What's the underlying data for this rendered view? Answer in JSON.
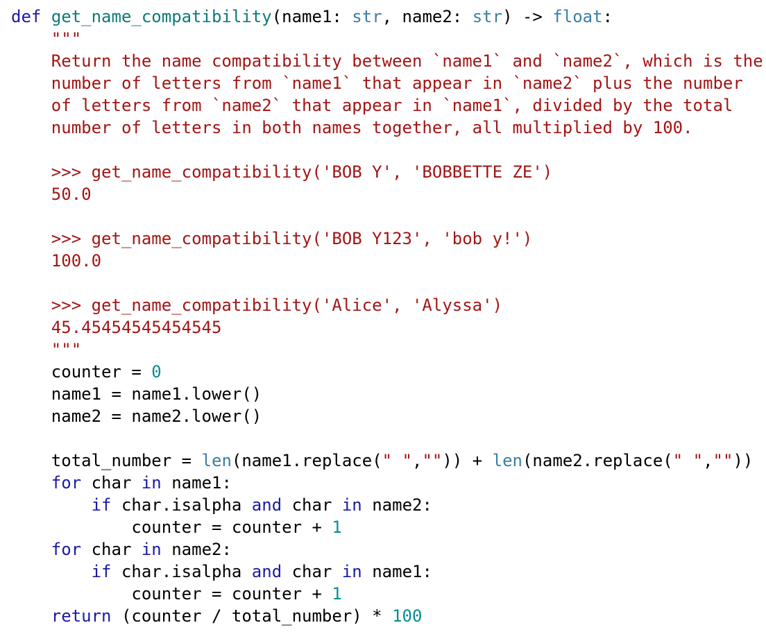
{
  "editor": {
    "lines": [
      [
        {
          "t": "def",
          "c": "kw"
        },
        {
          "t": " "
        },
        {
          "t": "get_name_compatibility",
          "c": "fn"
        },
        {
          "t": "(name1: "
        },
        {
          "t": "str",
          "c": "bi"
        },
        {
          "t": ", name2: "
        },
        {
          "t": "str",
          "c": "bi"
        },
        {
          "t": ") -> "
        },
        {
          "t": "float",
          "c": "bi"
        },
        {
          "t": ":"
        }
      ],
      [
        {
          "t": "    \"\"\"",
          "c": "doc"
        }
      ],
      [
        {
          "t": "    Return the name compatibility between `name1` and `name2`, which is the",
          "c": "doc"
        }
      ],
      [
        {
          "t": "    number of letters from `name1` that appear in `name2` plus the number",
          "c": "doc"
        }
      ],
      [
        {
          "t": "    of letters from `name2` that appear in `name1`, divided by the total",
          "c": "doc"
        }
      ],
      [
        {
          "t": "    number of letters in both names together, all multiplied by 100.",
          "c": "doc"
        }
      ],
      [
        {
          "t": ""
        }
      ],
      [
        {
          "t": "    >>> get_name_compatibility('BOB Y', 'BOBBETTE ZE')",
          "c": "doc"
        }
      ],
      [
        {
          "t": "    50.0",
          "c": "doc"
        }
      ],
      [
        {
          "t": ""
        }
      ],
      [
        {
          "t": "    >>> get_name_compatibility('BOB Y123', 'bob y!')",
          "c": "doc"
        }
      ],
      [
        {
          "t": "    100.0",
          "c": "doc"
        }
      ],
      [
        {
          "t": ""
        }
      ],
      [
        {
          "t": "    >>> get_name_compatibility('Alice', 'Alyssa')",
          "c": "doc"
        }
      ],
      [
        {
          "t": "    45.45454545454545",
          "c": "doc"
        }
      ],
      [
        {
          "t": "    \"\"\"",
          "c": "doc"
        }
      ],
      [
        {
          "t": "    counter = "
        },
        {
          "t": "0",
          "c": "num"
        }
      ],
      [
        {
          "t": "    name1 = name1.lower()"
        }
      ],
      [
        {
          "t": "    name2 = name2.lower()"
        }
      ],
      [
        {
          "t": ""
        }
      ],
      [
        {
          "t": "    total_number = "
        },
        {
          "t": "len",
          "c": "bi"
        },
        {
          "t": "(name1.replace("
        },
        {
          "t": "\" \"",
          "c": "str"
        },
        {
          "t": ","
        },
        {
          "t": "\"\"",
          "c": "str"
        },
        {
          "t": ")) + "
        },
        {
          "t": "len",
          "c": "bi"
        },
        {
          "t": "(name2.replace("
        },
        {
          "t": "\" \"",
          "c": "str"
        },
        {
          "t": ","
        },
        {
          "t": "\"\"",
          "c": "str"
        },
        {
          "t": "))"
        }
      ],
      [
        {
          "t": "    "
        },
        {
          "t": "for",
          "c": "kw"
        },
        {
          "t": " char "
        },
        {
          "t": "in",
          "c": "kw"
        },
        {
          "t": " name1:"
        }
      ],
      [
        {
          "t": "        "
        },
        {
          "t": "if",
          "c": "kw"
        },
        {
          "t": " char.isalpha "
        },
        {
          "t": "and",
          "c": "kw"
        },
        {
          "t": " char "
        },
        {
          "t": "in",
          "c": "kw"
        },
        {
          "t": " name2:"
        }
      ],
      [
        {
          "t": "            counter = counter + "
        },
        {
          "t": "1",
          "c": "num"
        }
      ],
      [
        {
          "t": "    "
        },
        {
          "t": "for",
          "c": "kw"
        },
        {
          "t": " char "
        },
        {
          "t": "in",
          "c": "kw"
        },
        {
          "t": " name2:"
        }
      ],
      [
        {
          "t": "        "
        },
        {
          "t": "if",
          "c": "kw"
        },
        {
          "t": " char.isalpha "
        },
        {
          "t": "and",
          "c": "kw"
        },
        {
          "t": " char "
        },
        {
          "t": "in",
          "c": "kw"
        },
        {
          "t": " name1:"
        }
      ],
      [
        {
          "t": "            counter = counter + "
        },
        {
          "t": "1",
          "c": "num"
        }
      ],
      [
        {
          "t": "    "
        },
        {
          "t": "return",
          "c": "kw"
        },
        {
          "t": " (counter / total_number) * "
        },
        {
          "t": "100",
          "c": "num"
        }
      ]
    ]
  },
  "colors": {
    "keyword": "#1a1aa6",
    "function_name": "#0e7a7a",
    "builtin": "#3b7fa3",
    "number": "#098c8c",
    "string": "#a31515",
    "docstring": "#a31515",
    "text": "#000000",
    "background": "#ffffff"
  }
}
